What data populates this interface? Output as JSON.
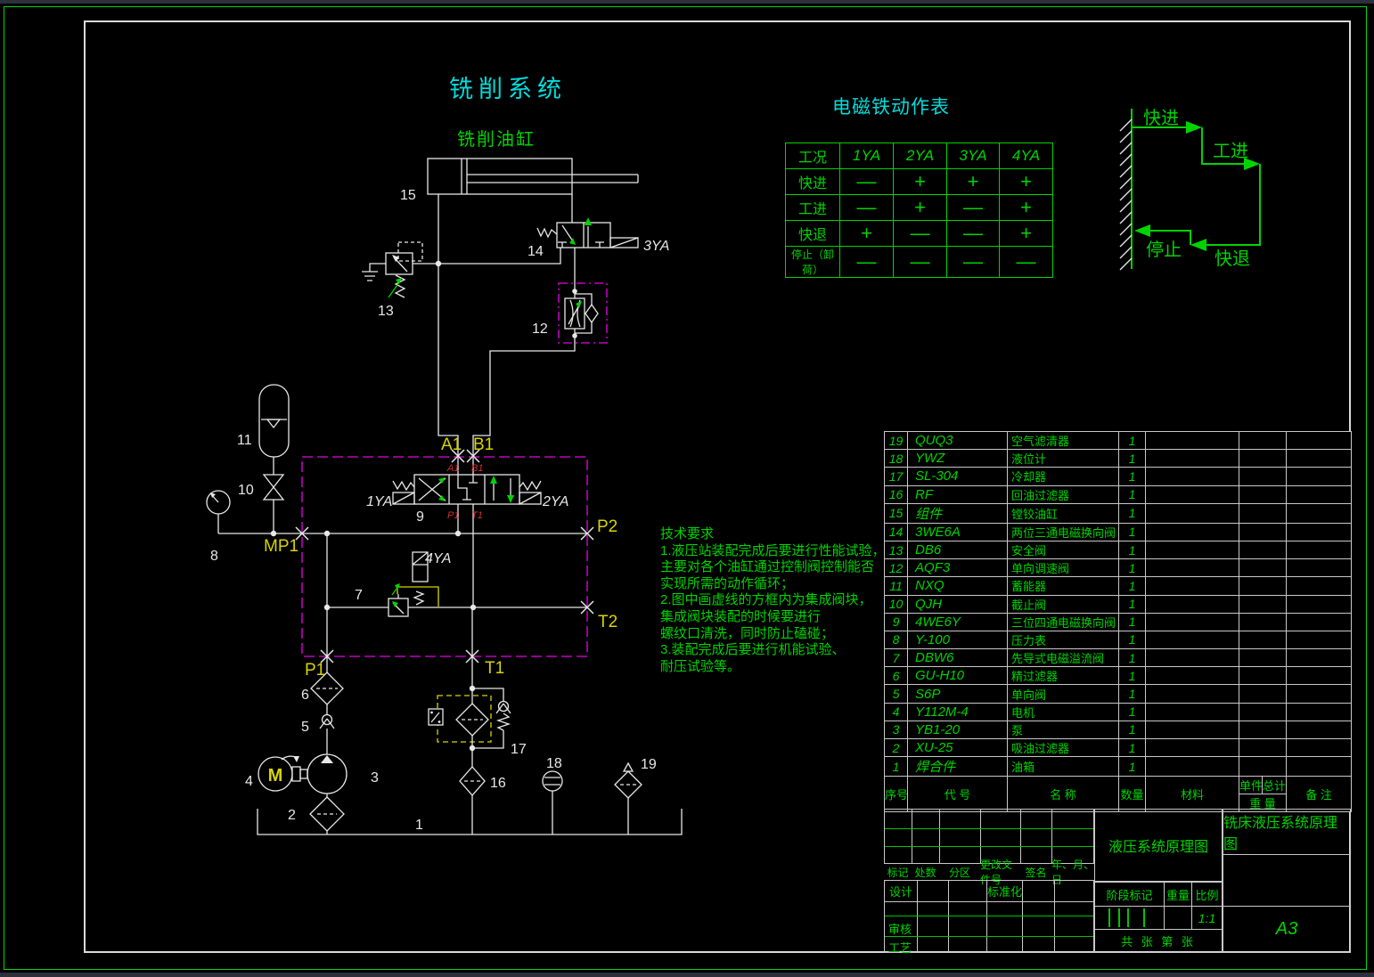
{
  "titles": {
    "system": "铣削系统",
    "cylinder": "铣削油缸",
    "solenoid_table": "电磁铁动作表"
  },
  "solenoid_table": {
    "header": [
      "工况",
      "1YA",
      "2YA",
      "3YA",
      "4YA"
    ],
    "rows": [
      {
        "label": "快进",
        "values": [
          "—",
          "+",
          "+",
          "+"
        ]
      },
      {
        "label": "工进",
        "values": [
          "—",
          "+",
          "—",
          "+"
        ]
      },
      {
        "label": "快退",
        "values": [
          "+",
          "—",
          "—",
          "+"
        ]
      },
      {
        "label": "停止（卸荷）",
        "values": [
          "—",
          "—",
          "—",
          "—"
        ]
      }
    ]
  },
  "cycle_diagram": {
    "fast_forward": "快进",
    "work_feed": "工进",
    "stop": "停止",
    "fast_retreat": "快退"
  },
  "tech_requirements": {
    "lines": [
      "技术要求",
      "1.液压站装配完成后要进行性能试验，",
      "主要对各个油缸通过控制阀控制能否",
      "实现所需的动作循环；",
      "2.图中画虚线的方框内为集成阀块，",
      "集成阀块装配的时候要进行",
      "螺纹口清洗，同时防止磕碰；",
      "3.装配完成后要进行机能试验、",
      "耐压试验等。"
    ]
  },
  "schematic": {
    "labels": {
      "c1": "1",
      "c2": "2",
      "c3": "3",
      "c4": "4",
      "c5": "5",
      "c6": "6",
      "c7": "7",
      "c8": "8",
      "c9": "9",
      "c10": "10",
      "c11": "11",
      "c12": "12",
      "c13": "13",
      "c14": "14",
      "c15": "15",
      "c16": "16",
      "c17": "17",
      "c18": "18",
      "c19": "19"
    },
    "solenoids": {
      "ya1": "1YA",
      "ya2": "2YA",
      "ya3": "3YA",
      "ya4": "4YA"
    },
    "ports": {
      "a1": "A1",
      "b1": "B1",
      "p1": "P1",
      "p2": "P2",
      "t1": "T1",
      "t2": "T2",
      "mp1": "MP1"
    },
    "valve9_ports": {
      "a": "A1",
      "b": "B1",
      "p": "P1",
      "t": "T1"
    },
    "motor_letter": "M"
  },
  "bom": {
    "headers": {
      "no": "序号",
      "code": "代  号",
      "name": "名  称",
      "qty": "数量",
      "material": "材料",
      "unit": "单件",
      "total": "总计",
      "weight": "重  量",
      "remark": "备  注"
    },
    "rows": [
      {
        "no": "19",
        "code": "QUQ3",
        "name": "空气滤清器",
        "qty": "1"
      },
      {
        "no": "18",
        "code": "YWZ",
        "name": "液位计",
        "qty": "1"
      },
      {
        "no": "17",
        "code": "SL-304",
        "name": "冷却器",
        "qty": "1"
      },
      {
        "no": "16",
        "code": "RF",
        "name": "回油过滤器",
        "qty": "1"
      },
      {
        "no": "15",
        "code": "组件",
        "name": "镗铰油缸",
        "qty": "1"
      },
      {
        "no": "14",
        "code": "3WE6A",
        "name": "两位三通电磁换向阀",
        "qty": "1"
      },
      {
        "no": "13",
        "code": "DB6",
        "name": "安全阀",
        "qty": "1"
      },
      {
        "no": "12",
        "code": "AQF3",
        "name": "单向调速阀",
        "qty": "1"
      },
      {
        "no": "11",
        "code": "NXQ",
        "name": "蓄能器",
        "qty": "1"
      },
      {
        "no": "10",
        "code": "QJH",
        "name": "截止阀",
        "qty": "1"
      },
      {
        "no": "9",
        "code": "4WE6Y",
        "name": "三位四通电磁换向阀",
        "qty": "1"
      },
      {
        "no": "8",
        "code": "Y-100",
        "name": "压力表",
        "qty": "1"
      },
      {
        "no": "7",
        "code": "DBW6",
        "name": "先导式电磁溢流阀",
        "qty": "1"
      },
      {
        "no": "6",
        "code": "GU-H10",
        "name": "精过滤器",
        "qty": "1"
      },
      {
        "no": "5",
        "code": "S6P",
        "name": "单向阀",
        "qty": "1"
      },
      {
        "no": "4",
        "code": "Y112M-4",
        "name": "电机",
        "qty": "1"
      },
      {
        "no": "3",
        "code": "YB1-20",
        "name": "泵",
        "qty": "1"
      },
      {
        "no": "2",
        "code": "XU-25",
        "name": "吸油过滤器",
        "qty": "1"
      },
      {
        "no": "1",
        "code": "焊合件",
        "name": "油箱",
        "qty": "1"
      }
    ]
  },
  "title_block": {
    "revision_row": [
      "标记",
      "处数",
      "分区",
      "更改文件号",
      "签名",
      "年、月、日"
    ],
    "design": "设计",
    "standardization": "标准化",
    "review": "审核",
    "process": "工艺",
    "stage_mark": "阶段标记",
    "weight": "重量",
    "scale": "比例",
    "scale_value": "1:1",
    "sheet_note": "共  张 第  张",
    "drawing_title": "液压系统原理图",
    "drawing_title_full": "铣床液压系统原理图",
    "paper_size": "A3"
  },
  "colors": {
    "accent_green": "#00d400",
    "cyan": "#00dcdc",
    "magenta": "#c000c0",
    "yellow": "#d8d400",
    "line_white": "#e8e8e8",
    "red": "#d43030"
  }
}
